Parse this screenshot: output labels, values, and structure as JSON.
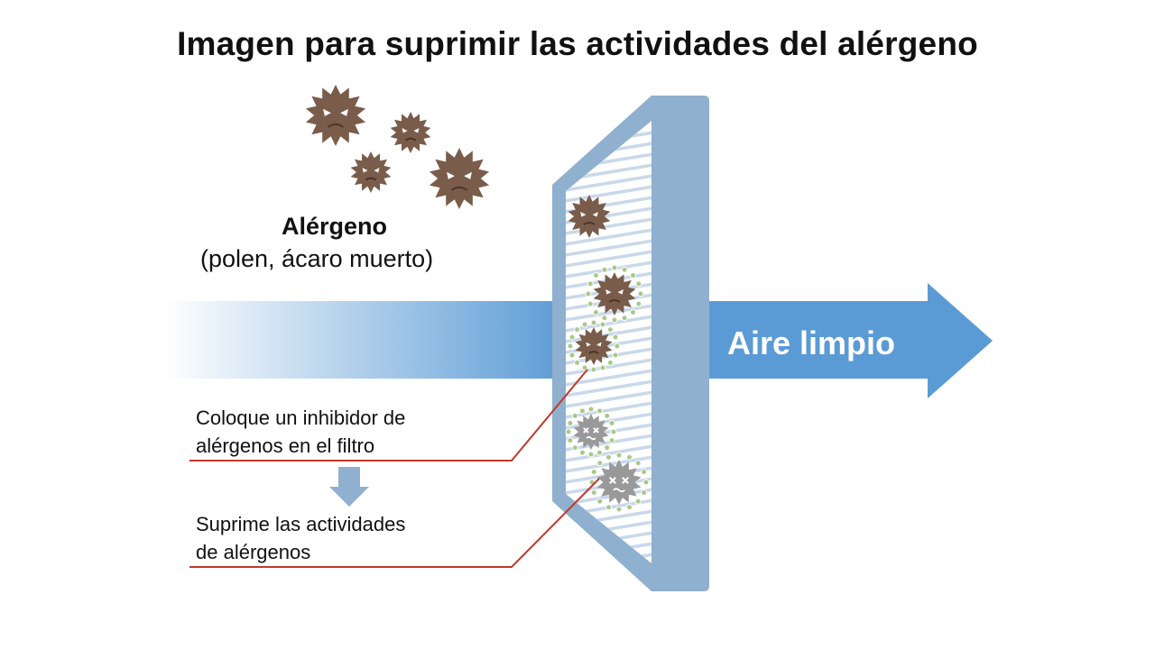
{
  "title": "Imagen para suprimir las actividades del alérgeno",
  "allergen": {
    "label": "Alérgeno",
    "examples": "(polen, ácaro muerto)"
  },
  "arrow": {
    "label": "Aire limpio",
    "color": "#5b9bd5"
  },
  "notes": [
    {
      "line1": "Coloque un inhibidor de",
      "line2": "alérgenos en el filtro"
    },
    {
      "line1": "Suprime las actividades",
      "line2": "de alérgenos"
    }
  ],
  "colors": {
    "filter_frame": "#8fb0cf",
    "filter_slat": "#c9d9ea",
    "allergen_active": "#7a5c4a",
    "allergen_inactive": "#999999",
    "inhibitor_dot": "#a9c98a",
    "leader_line": "#c0392b",
    "process_arrow": "#8fb0cf"
  }
}
